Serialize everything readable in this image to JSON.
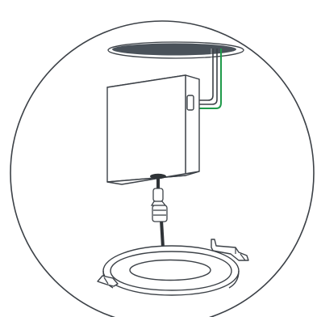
{
  "illustration": {
    "subject": "recessed-downlight-installation",
    "parts": [
      "ceiling-hole",
      "supply-wires",
      "junction-box",
      "connector-cable",
      "in-line-connector",
      "downlight-fixture"
    ]
  },
  "colors": {
    "outline": "#3c4147",
    "fill": "#ffffff",
    "ceiling_hole": "#4a525a",
    "live_wire": "#3c4147",
    "ground_wire": "#1f9a4a",
    "cable": "#2f3337",
    "frame_border": "#3c4147"
  }
}
